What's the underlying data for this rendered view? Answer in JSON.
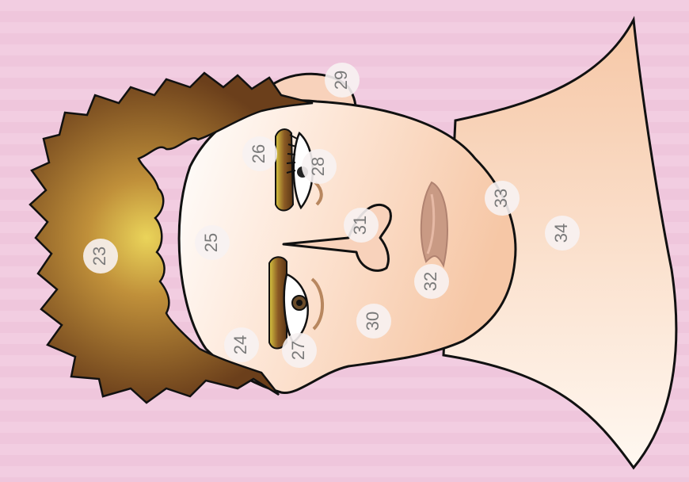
{
  "colors": {
    "background": "#f2cde1",
    "hair_light": "#e6cf57",
    "hair_dark": "#6b3f1b",
    "skin_light": "#fff7ef",
    "skin_dark": "#f4c19f",
    "outline": "#111111",
    "lips": "#c99a84",
    "label_circle": "#f7f2f2",
    "label_text": "#7a7a7a"
  },
  "labels": {
    "hair": "23",
    "temple_lower": "24",
    "forehead": "25",
    "upper_eyebrow": "26",
    "lower_eyebrow": "27",
    "upper_eye": "28",
    "ear": "29",
    "cheek": "30",
    "nose": "31",
    "mouth": "32",
    "chin": "33",
    "neck": "34"
  }
}
